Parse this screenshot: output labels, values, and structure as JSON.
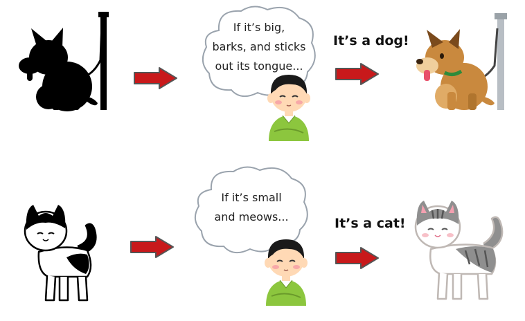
{
  "row_dog": {
    "thought_lines": [
      "If it’s big,",
      "barks, and sticks",
      "out its tongue..."
    ],
    "verdict": "It’s a dog!"
  },
  "row_cat": {
    "thought_lines": [
      "If it’s small",
      "and meows..."
    ],
    "verdict": "It’s a cat!"
  },
  "colors": {
    "arrow_fill": "#c8191b",
    "arrow_outline": "#555555",
    "bubble_outline": "#9aa3ad",
    "silhouette": "#000000",
    "dog_fur": "#c9893e",
    "cat_gray": "#8f8f8f",
    "shirt_green": "#8cc63e",
    "hair_black": "#1a1a1a",
    "skin": "#ffd9b5"
  }
}
